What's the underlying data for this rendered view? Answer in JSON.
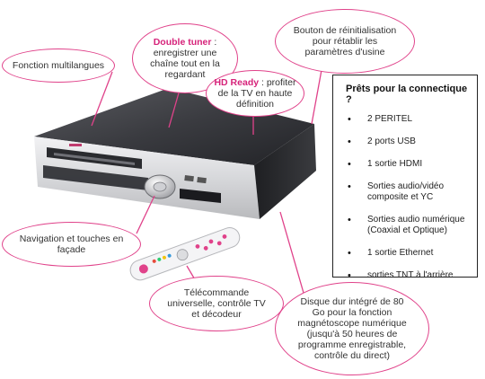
{
  "callouts": {
    "multilangues": {
      "text": "Fonction multilangues"
    },
    "double_tuner": {
      "highlight": "Double tuner",
      "text": " : enregistrer une chaîne tout en la regardant"
    },
    "hd_ready": {
      "highlight": "HD Ready",
      "text": " : profiter de la TV en haute définition"
    },
    "reset": {
      "text": "Bouton de réinitialisation pour rétablir les paramètres d'usine"
    },
    "navigation": {
      "text": "Navigation et touches en façade"
    },
    "telecommande": {
      "text": "Télécommande universelle, contrôle TV et décodeur"
    },
    "disque": {
      "text": "Disque dur intégré de 80 Go pour la fonction magnétoscope numérique (jusqu'à 50 heures de programme enregistrable, contrôle du direct)"
    }
  },
  "connectique": {
    "title": "Prêts pour la connectique ?",
    "items": [
      "2 PERITEL",
      "2 ports USB",
      "1 sortie HDMI",
      "Sorties audio/vidéo composite et YC",
      "Sorties audio numérique (Coaxial et Optique)",
      "1 sortie Ethernet",
      "sorties TNT à l'arrière"
    ]
  },
  "colors": {
    "accent": "#e0428a",
    "highlight_text": "#d6237a",
    "device_dark": "#2b2c30",
    "device_silver": "#d9dadd"
  },
  "icons": [
    "set-top-box-device-icon",
    "remote-control-icon"
  ]
}
